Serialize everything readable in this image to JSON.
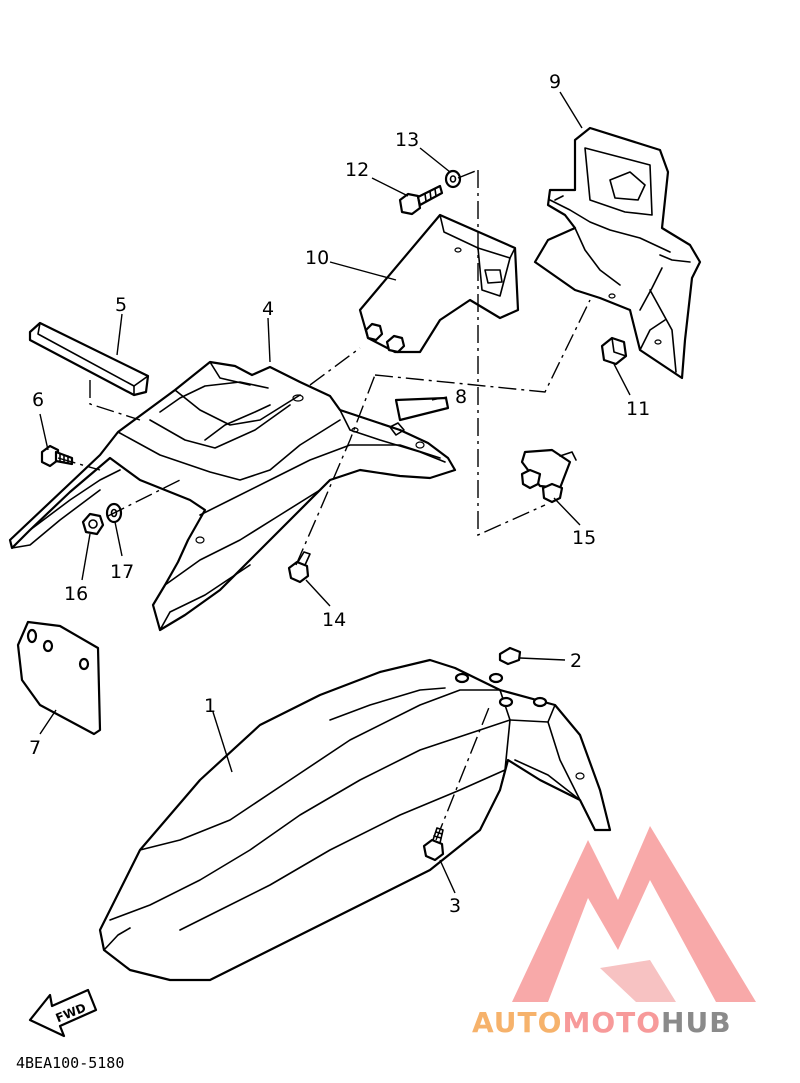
{
  "diagram": {
    "code": "4BEA100-5180",
    "fwd_label": "FWD",
    "callouts": [
      "1",
      "2",
      "3",
      "4",
      "5",
      "6",
      "7",
      "8",
      "9",
      "10",
      "11",
      "12",
      "13",
      "14",
      "15",
      "16",
      "17"
    ]
  },
  "watermark": {
    "part1": "AUTO",
    "part2": "MOTO",
    "part3": "HUB",
    "colors": {
      "primary": "#f79a9a",
      "secondary": "#f6b26b",
      "tertiary": "#8a8a8a"
    }
  }
}
